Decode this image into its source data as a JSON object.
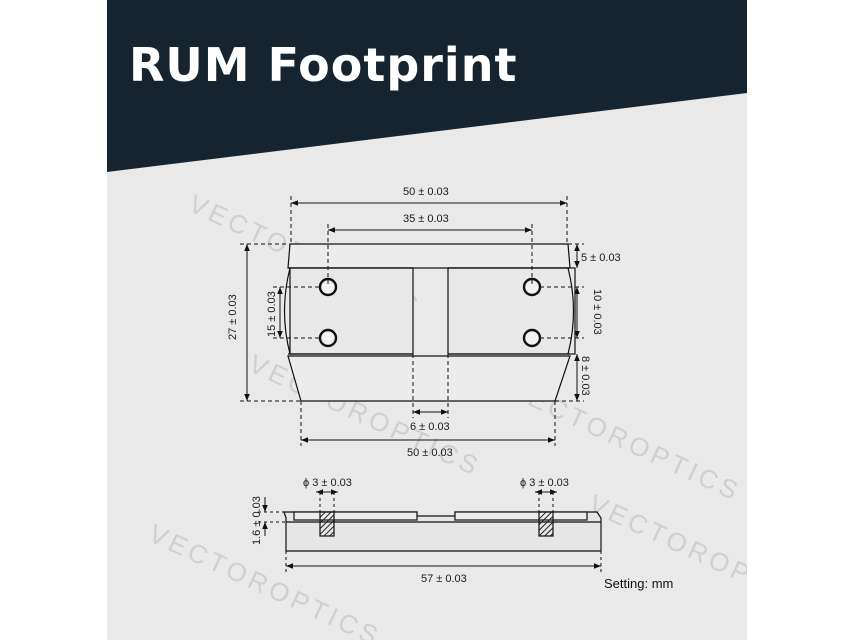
{
  "header": {
    "title": "RUM Footprint",
    "banner_color": "#15242f",
    "title_color": "#ffffff"
  },
  "background_color": "#e9e9e9",
  "watermark": {
    "text": "VECTOROPTICS",
    "color": "#cfcfcf"
  },
  "top_view": {
    "dims": {
      "overall_width_top": "50 ± 0.03",
      "hole_spacing_x": "35 ± 0.03",
      "top_offset": "5 ± 0.03",
      "overall_height": "27 ± 0.03",
      "hole_spacing_y": "15 ± 0.03",
      "right_middle": "10 ± 0.03",
      "bottom_offset": "8 ± 0.03",
      "center_gap": "6 ± 0.03",
      "overall_width_bottom": "50 ± 0.03"
    }
  },
  "side_view": {
    "dims": {
      "thread_left": "ϕ 3 ± 0.03",
      "thread_right": "ϕ 3 ± 0.03",
      "thickness": "1.6 ± 0.03",
      "overall_length": "57 ± 0.03"
    }
  },
  "units_note": "Setting: mm"
}
